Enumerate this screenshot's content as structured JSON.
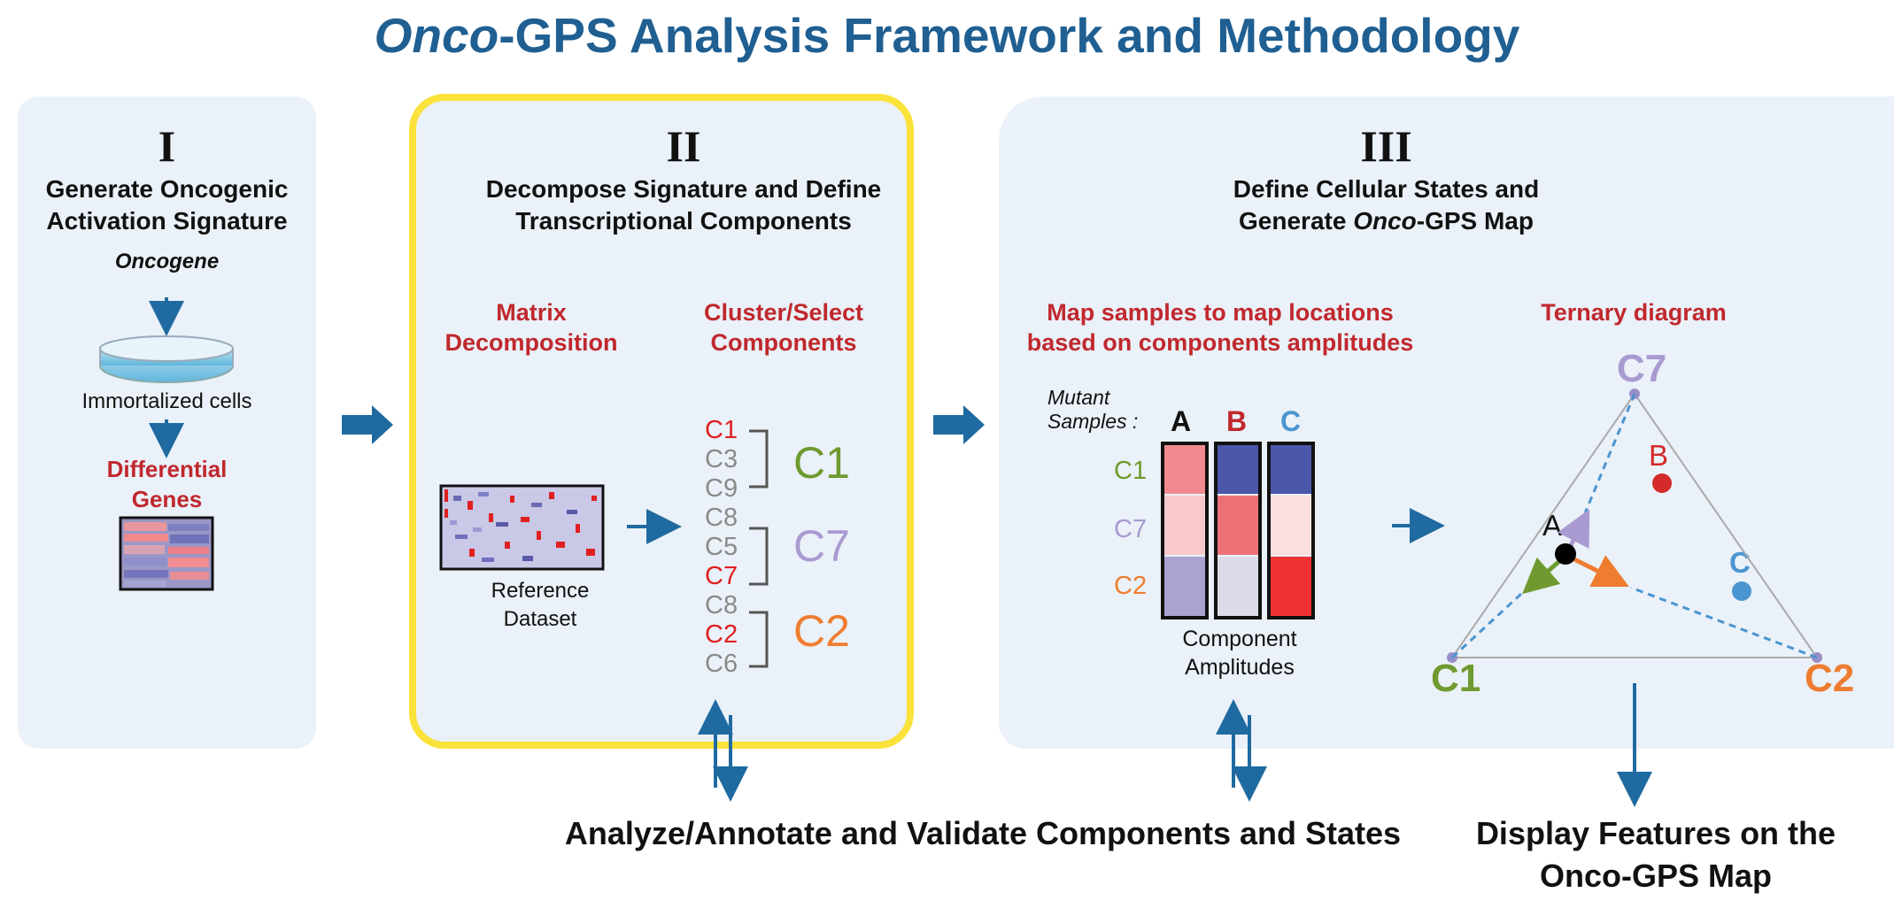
{
  "title": {
    "italic": "Onco",
    "rest": "-GPS Analysis Framework and Methodology"
  },
  "panel1": {
    "roman": "I",
    "heading": [
      "Generate Oncogenic",
      "Activation Signature"
    ],
    "oncogene": "Oncogene",
    "cells_label": "Immortalized cells",
    "diff_genes": [
      "Differential",
      "Genes"
    ]
  },
  "panel2": {
    "roman": "II",
    "heading": [
      "Decompose Signature and Define",
      "Transcriptional Components"
    ],
    "matrix_label": [
      "Matrix",
      "Decomposition"
    ],
    "cluster_label": [
      "Cluster/Select",
      "Components"
    ],
    "reference_label": [
      "Reference",
      "Dataset"
    ],
    "components": [
      "C1",
      "C3",
      "C9",
      "C8",
      "C5",
      "C7",
      "C8",
      "C2",
      "C6"
    ],
    "clusters": [
      "C1",
      "C7",
      "C2"
    ]
  },
  "panel3": {
    "roman": "III",
    "heading_line1": "Define Cellular States and",
    "heading_line2_pre": "Generate ",
    "heading_line2_italic": "Onco",
    "heading_line2_post": "-GPS Map",
    "map_label": [
      "Map samples to map locations",
      "based on components amplitudes"
    ],
    "ternary_label": "Ternary diagram",
    "mutant_label": [
      "Mutant",
      "Samples :"
    ],
    "sample_names": [
      "A",
      "B",
      "C"
    ],
    "row_labels": [
      "C1",
      "C7",
      "C2"
    ],
    "amp_label": [
      "Component",
      "Amplitudes"
    ],
    "vertices": [
      "C7",
      "C1",
      "C2"
    ],
    "points": [
      "A",
      "B",
      "C"
    ]
  },
  "bottom": {
    "analyze": "Analyze/Annotate and Validate Components and States",
    "display": [
      "Display Features on the",
      "Onco-GPS Map"
    ]
  },
  "colors": {
    "title_blue": "#1f5f92",
    "arrow_blue": "#1f6aa0",
    "highlight_yellow": "#fbe23b",
    "label_red": "#c0282d",
    "c1_green": "#6f9a2f",
    "c7_purple": "#a99ad1",
    "c2_orange": "#ee7d30",
    "c_blue": "#4a95d0",
    "b_red": "#d42a2a"
  }
}
